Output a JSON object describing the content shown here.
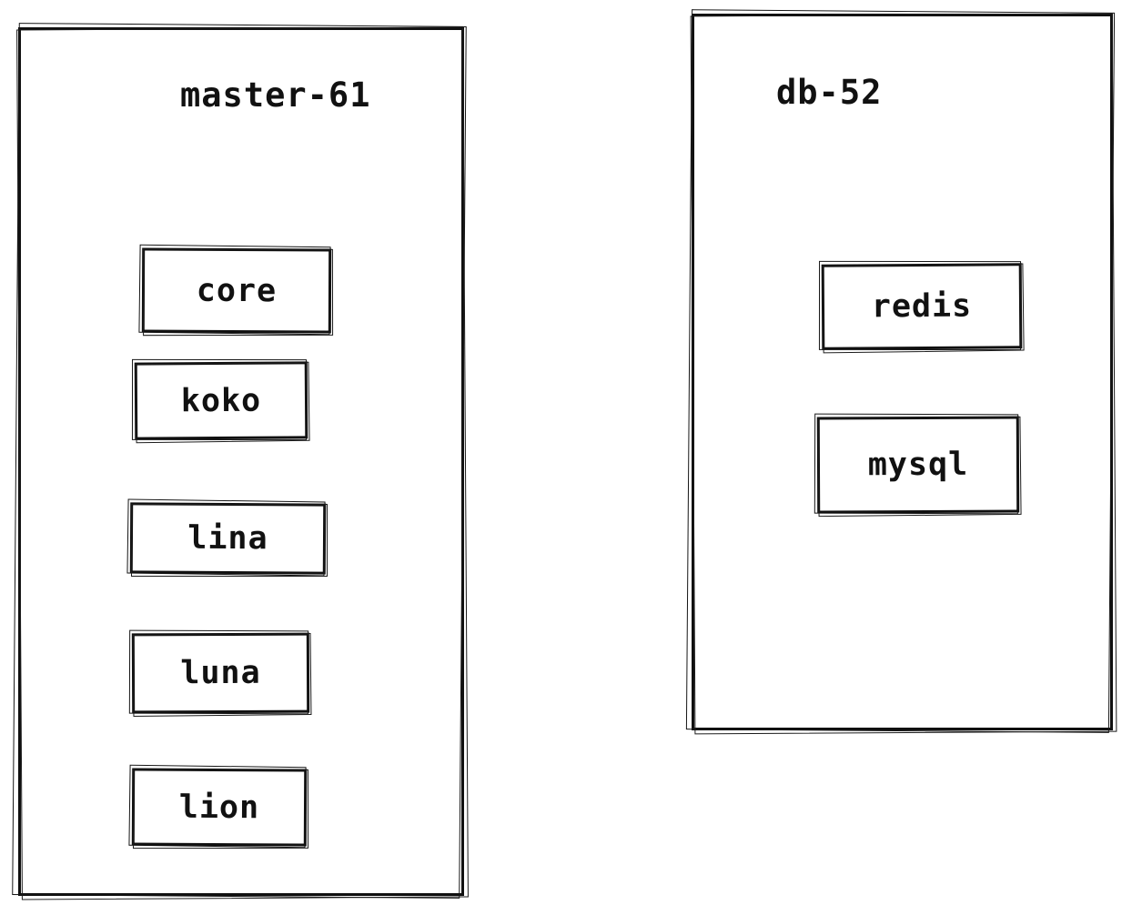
{
  "colors": {
    "stroke": "#101010",
    "background": "#ffffff",
    "text": "#111111"
  },
  "machines": [
    {
      "label": "master-61",
      "nodes": [
        {
          "label": "core"
        },
        {
          "label": "koko"
        },
        {
          "label": "lina"
        },
        {
          "label": "luna"
        },
        {
          "label": "lion"
        }
      ]
    },
    {
      "label": "db-52",
      "nodes": [
        {
          "label": "redis"
        },
        {
          "label": "mysql"
        }
      ]
    }
  ]
}
